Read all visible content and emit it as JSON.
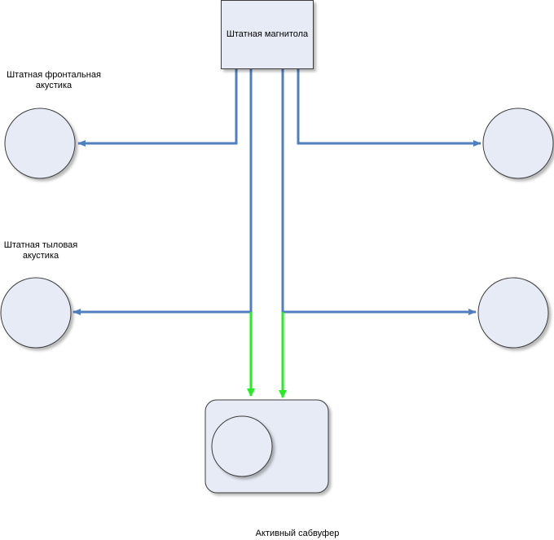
{
  "head_unit": {
    "label": "Штатная магнитола"
  },
  "front_acoustics": {
    "label_line1": "Штатная фронтальная",
    "label_line2": "акустика"
  },
  "rear_acoustics": {
    "label_line1": "Штатная тыловая",
    "label_line2": "акустика"
  },
  "subwoofer": {
    "label": "Активный сабвуфер"
  },
  "colors": {
    "speaker_wire": "#4f7fc1",
    "sub_signal": "#22ee22",
    "shape_fill": "#e6ebf5",
    "shape_stroke": "#3c3c3c"
  }
}
